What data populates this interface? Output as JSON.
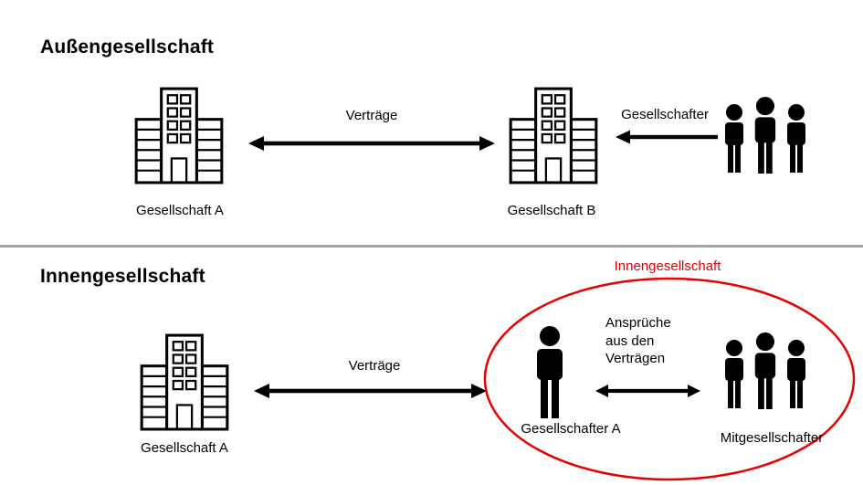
{
  "colors": {
    "red": "#e60000",
    "divider": "#a6a6a6",
    "ink": "#000000"
  },
  "top_section": {
    "title": "Außengesellschaft",
    "company_a": "Gesellschaft A",
    "company_b": "Gesellschaft B",
    "contracts_label": "Verträge",
    "shareholders_label": "Gesellschafter"
  },
  "bottom_section": {
    "title": "Innengesellschaft",
    "company_a": "Gesellschaft A",
    "contracts_label": "Verträge",
    "boundary_label": "Innengesellschaft",
    "partner_a": "Gesellschafter A",
    "co_partners": "Mitgesellschafter",
    "claims_label": "Ansprüche\naus den\nVerträgen"
  },
  "icons": {
    "company": "building-icon",
    "partner": "person-icon",
    "partners_group": "people-group-icon",
    "contracts": "double-arrow-icon",
    "shareholder_flow": "left-arrow-icon",
    "inner_boundary": "red-ellipse-outline"
  }
}
